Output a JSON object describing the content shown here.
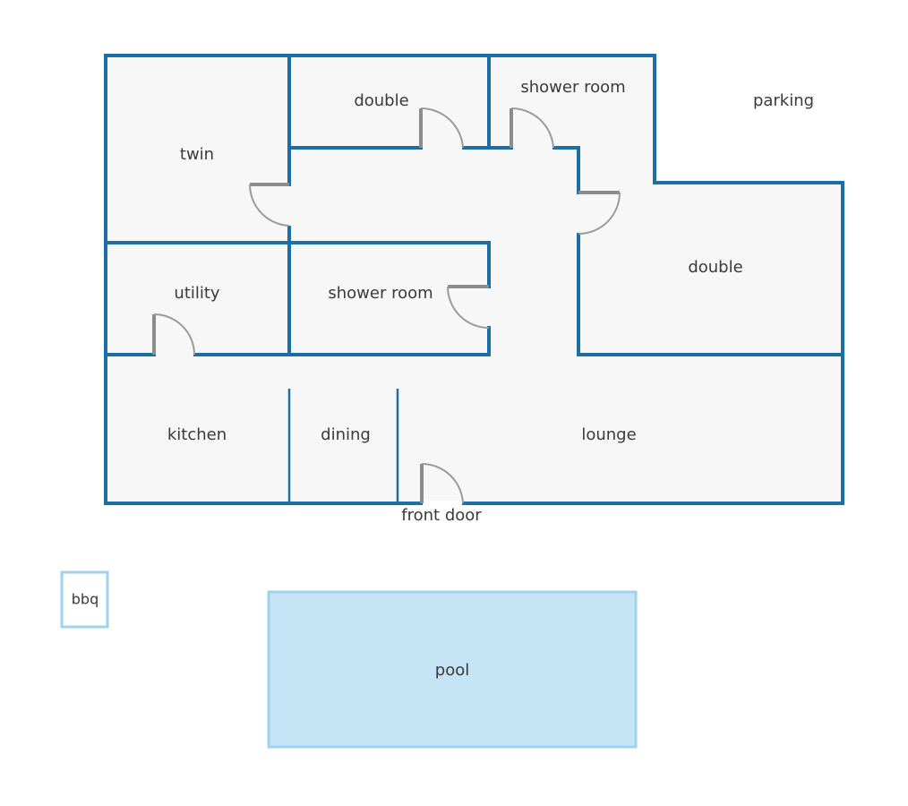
{
  "rooms": {
    "twin": "twin",
    "double_top": "double",
    "shower_room_top": "shower room",
    "parking": "parking",
    "utility": "utility",
    "shower_room_mid": "shower room",
    "double_right": "double",
    "kitchen": "kitchen",
    "dining": "dining",
    "lounge": "lounge",
    "front_door": "front door",
    "bbq": "bbq",
    "pool": "pool"
  },
  "colors": {
    "wall": "#1b6fa6",
    "floor": "#f7f7f7",
    "door": "#8c8c8c",
    "pool_fill": "#c5e5f7",
    "pool_border": "#9fd2ee",
    "label": "#3a3a3a"
  }
}
